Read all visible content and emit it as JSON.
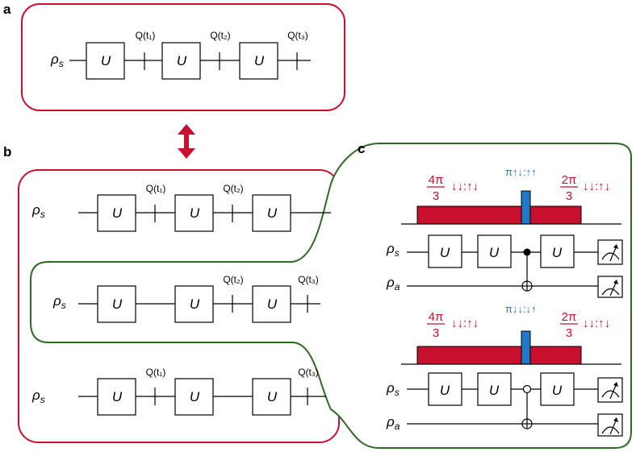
{
  "panels": {
    "a": {
      "letter": "a"
    },
    "b": {
      "letter": "b"
    },
    "c": {
      "letter": "c"
    }
  },
  "labels": {
    "gate": "U",
    "q1": "Q(t₁)",
    "q2": "Q(t₂)",
    "q3": "Q(t₃)",
    "rho_s": "ρ",
    "rho_s_sub": "s",
    "rho_a": "ρ",
    "rho_a_sub": "a"
  },
  "pulses": {
    "top": {
      "left_num": "4π",
      "left_den": "3",
      "left_spins": "↓↓:↑↓",
      "mid": "π↑↓:↑↑",
      "right_num": "2π",
      "right_den": "3",
      "right_spins": "↓↓:↑↓"
    },
    "bottom": {
      "left_num": "4π",
      "left_den": "3",
      "left_spins": "↓↓:↑↓",
      "mid": "π↓↓:↓↑",
      "right_num": "2π",
      "right_den": "3",
      "right_spins": "↓↓:↑↓"
    }
  },
  "colors": {
    "red": "#c8102e",
    "green": "#2f6a25",
    "blue": "#1f78c8"
  }
}
